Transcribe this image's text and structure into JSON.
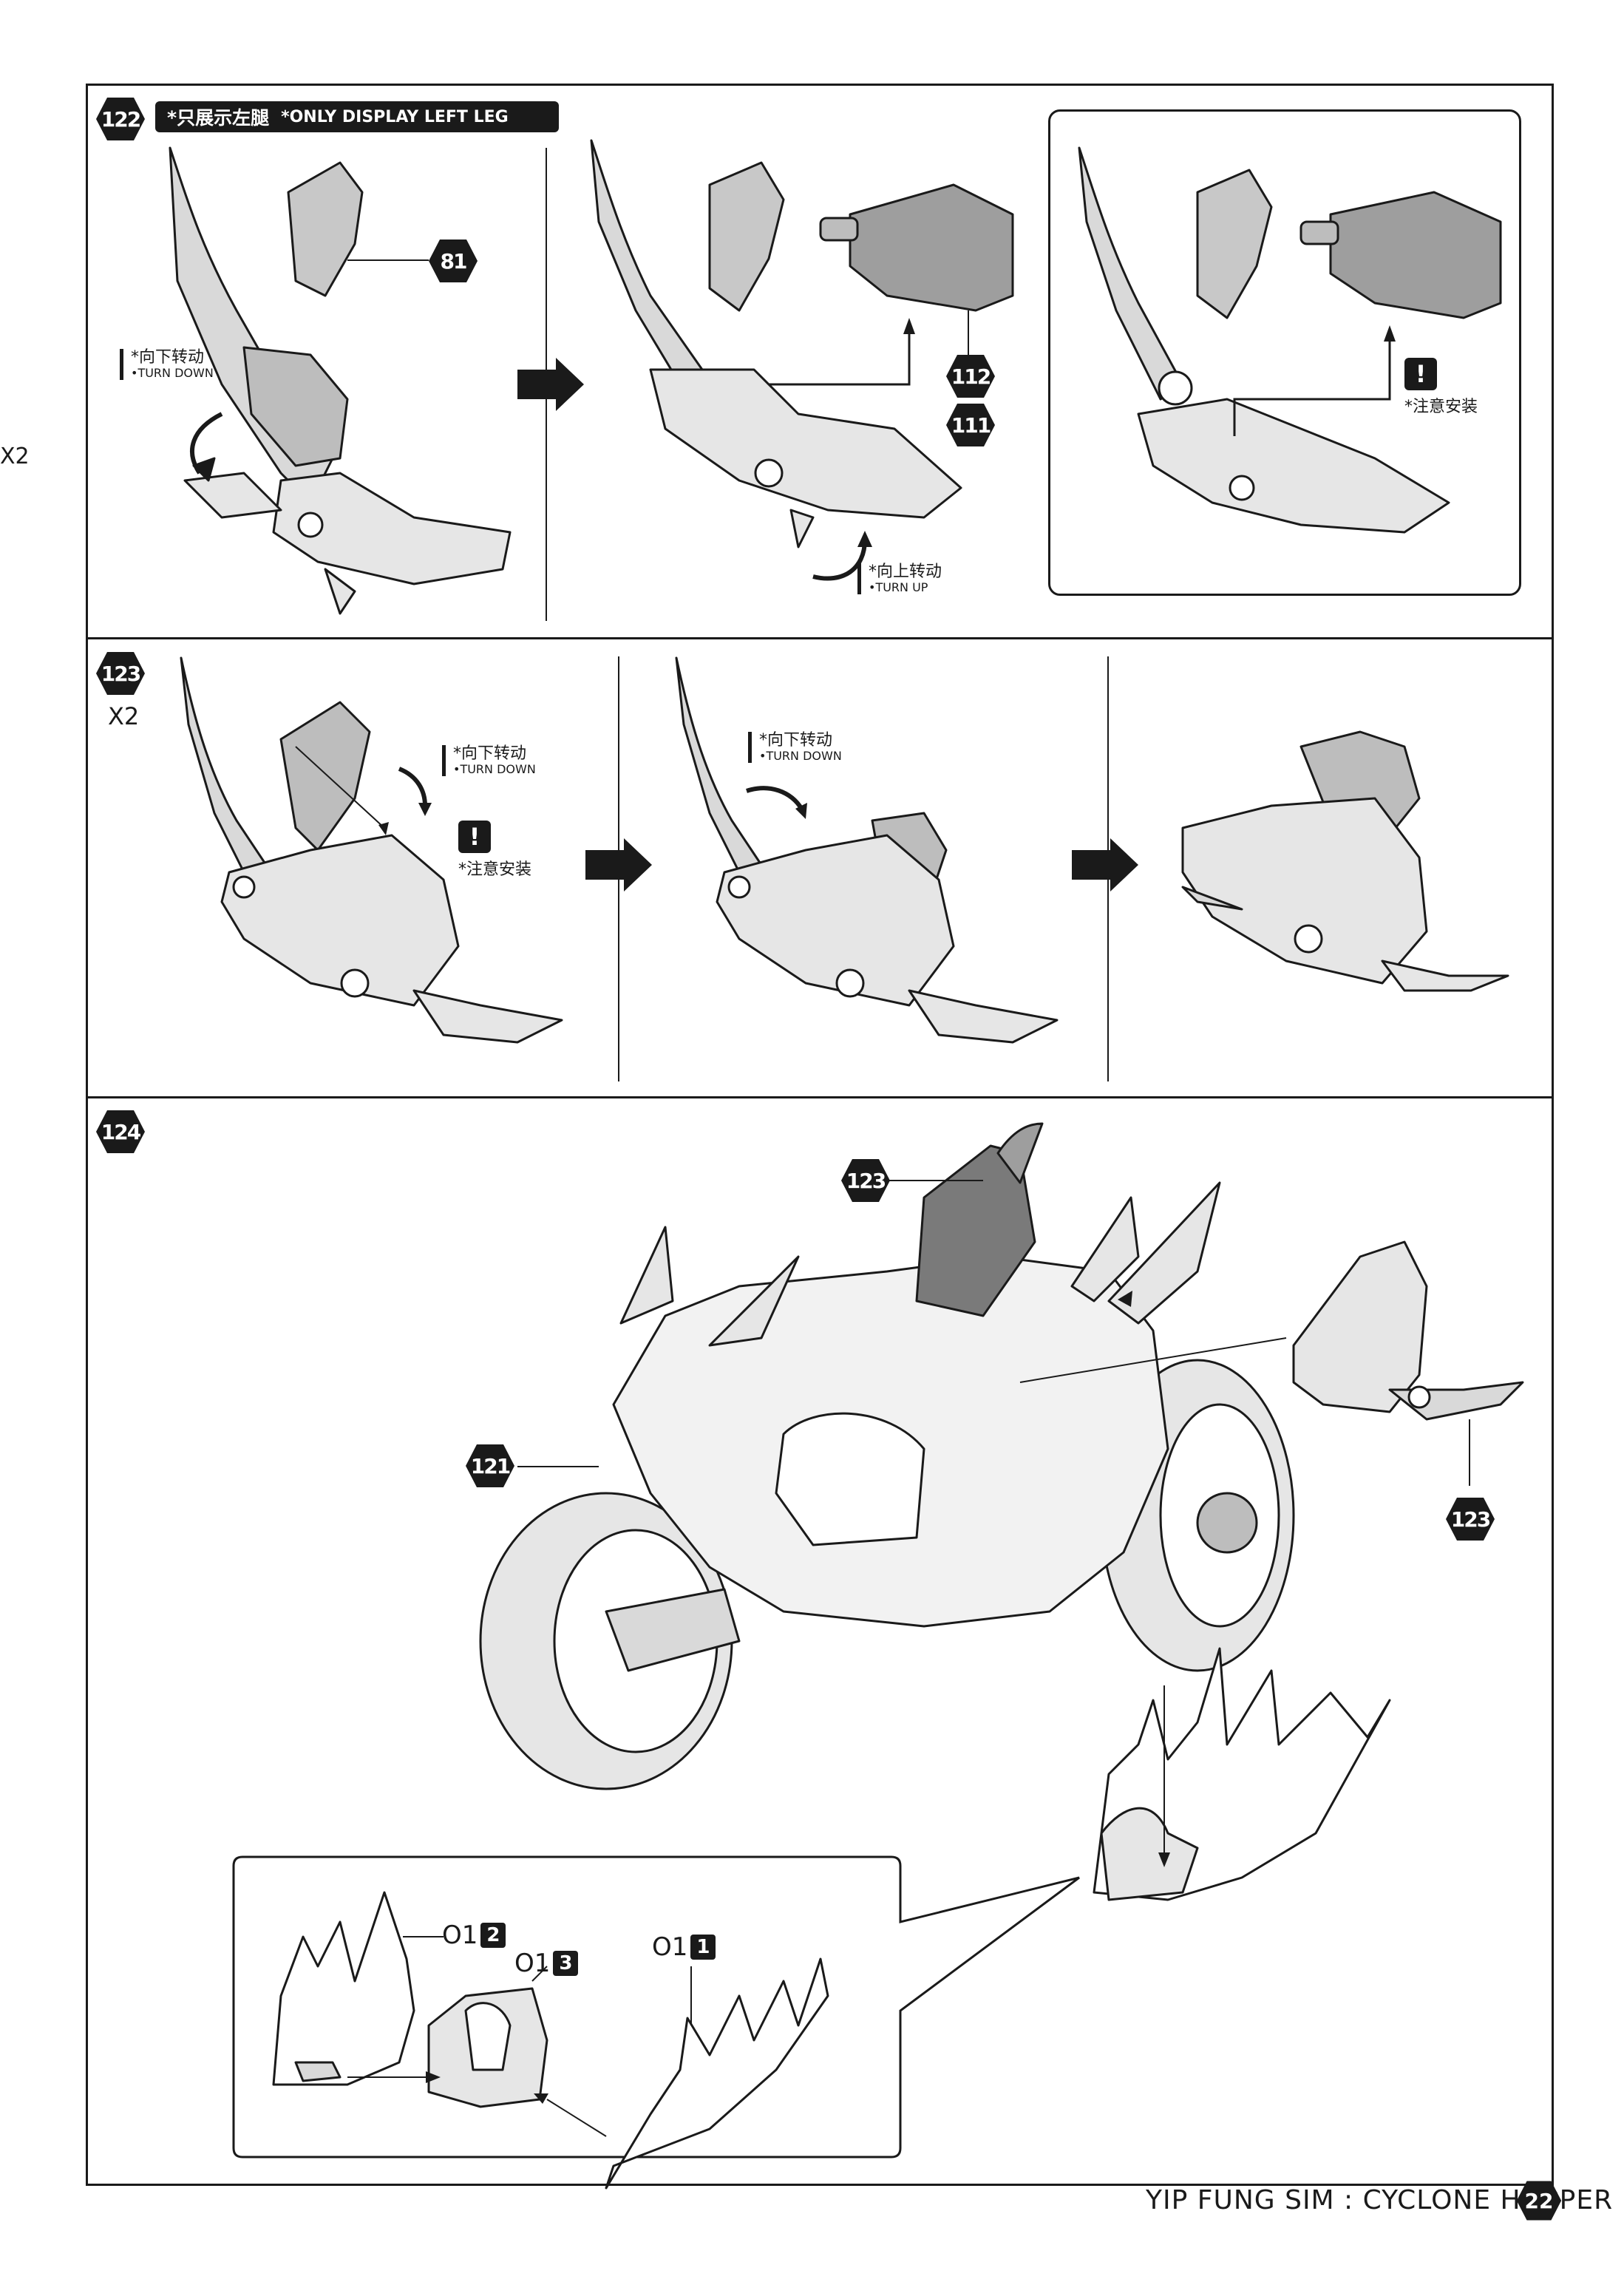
{
  "side_label": "X2",
  "steps": {
    "s122": {
      "number": "122",
      "banner_cn": "*只展示左腿",
      "banner_en": "*ONLY DISPLAY LEFT  LEG",
      "part_81": "81",
      "part_112": "112",
      "part_111": "111",
      "turn_down_cn": "*向下转动",
      "turn_down_en": "•TURN DOWN",
      "turn_up_cn": "*向上转动",
      "turn_up_en": "•TURN UP",
      "warn_mark": "!",
      "warn_text": "*注意安装"
    },
    "s123": {
      "number": "123",
      "multiplier": "X2",
      "turn_down_cn": "*向下转动",
      "turn_down_en": "•TURN DOWN",
      "turn_down2_cn": "*向下转动",
      "turn_down2_en": "•TURN DOWN",
      "warn_mark": "!",
      "warn_text": "*注意安装"
    },
    "s124": {
      "number": "124",
      "ref_123_top": "123",
      "ref_121": "121",
      "ref_123_right": "123",
      "parts": [
        {
          "prefix": "O1",
          "num": "2"
        },
        {
          "prefix": "O1",
          "num": "3"
        },
        {
          "prefix": "O1",
          "num": "1"
        }
      ]
    }
  },
  "footer": {
    "title": "YIP FUNG SIM : CYCLONE HOPPER",
    "page": "22"
  }
}
